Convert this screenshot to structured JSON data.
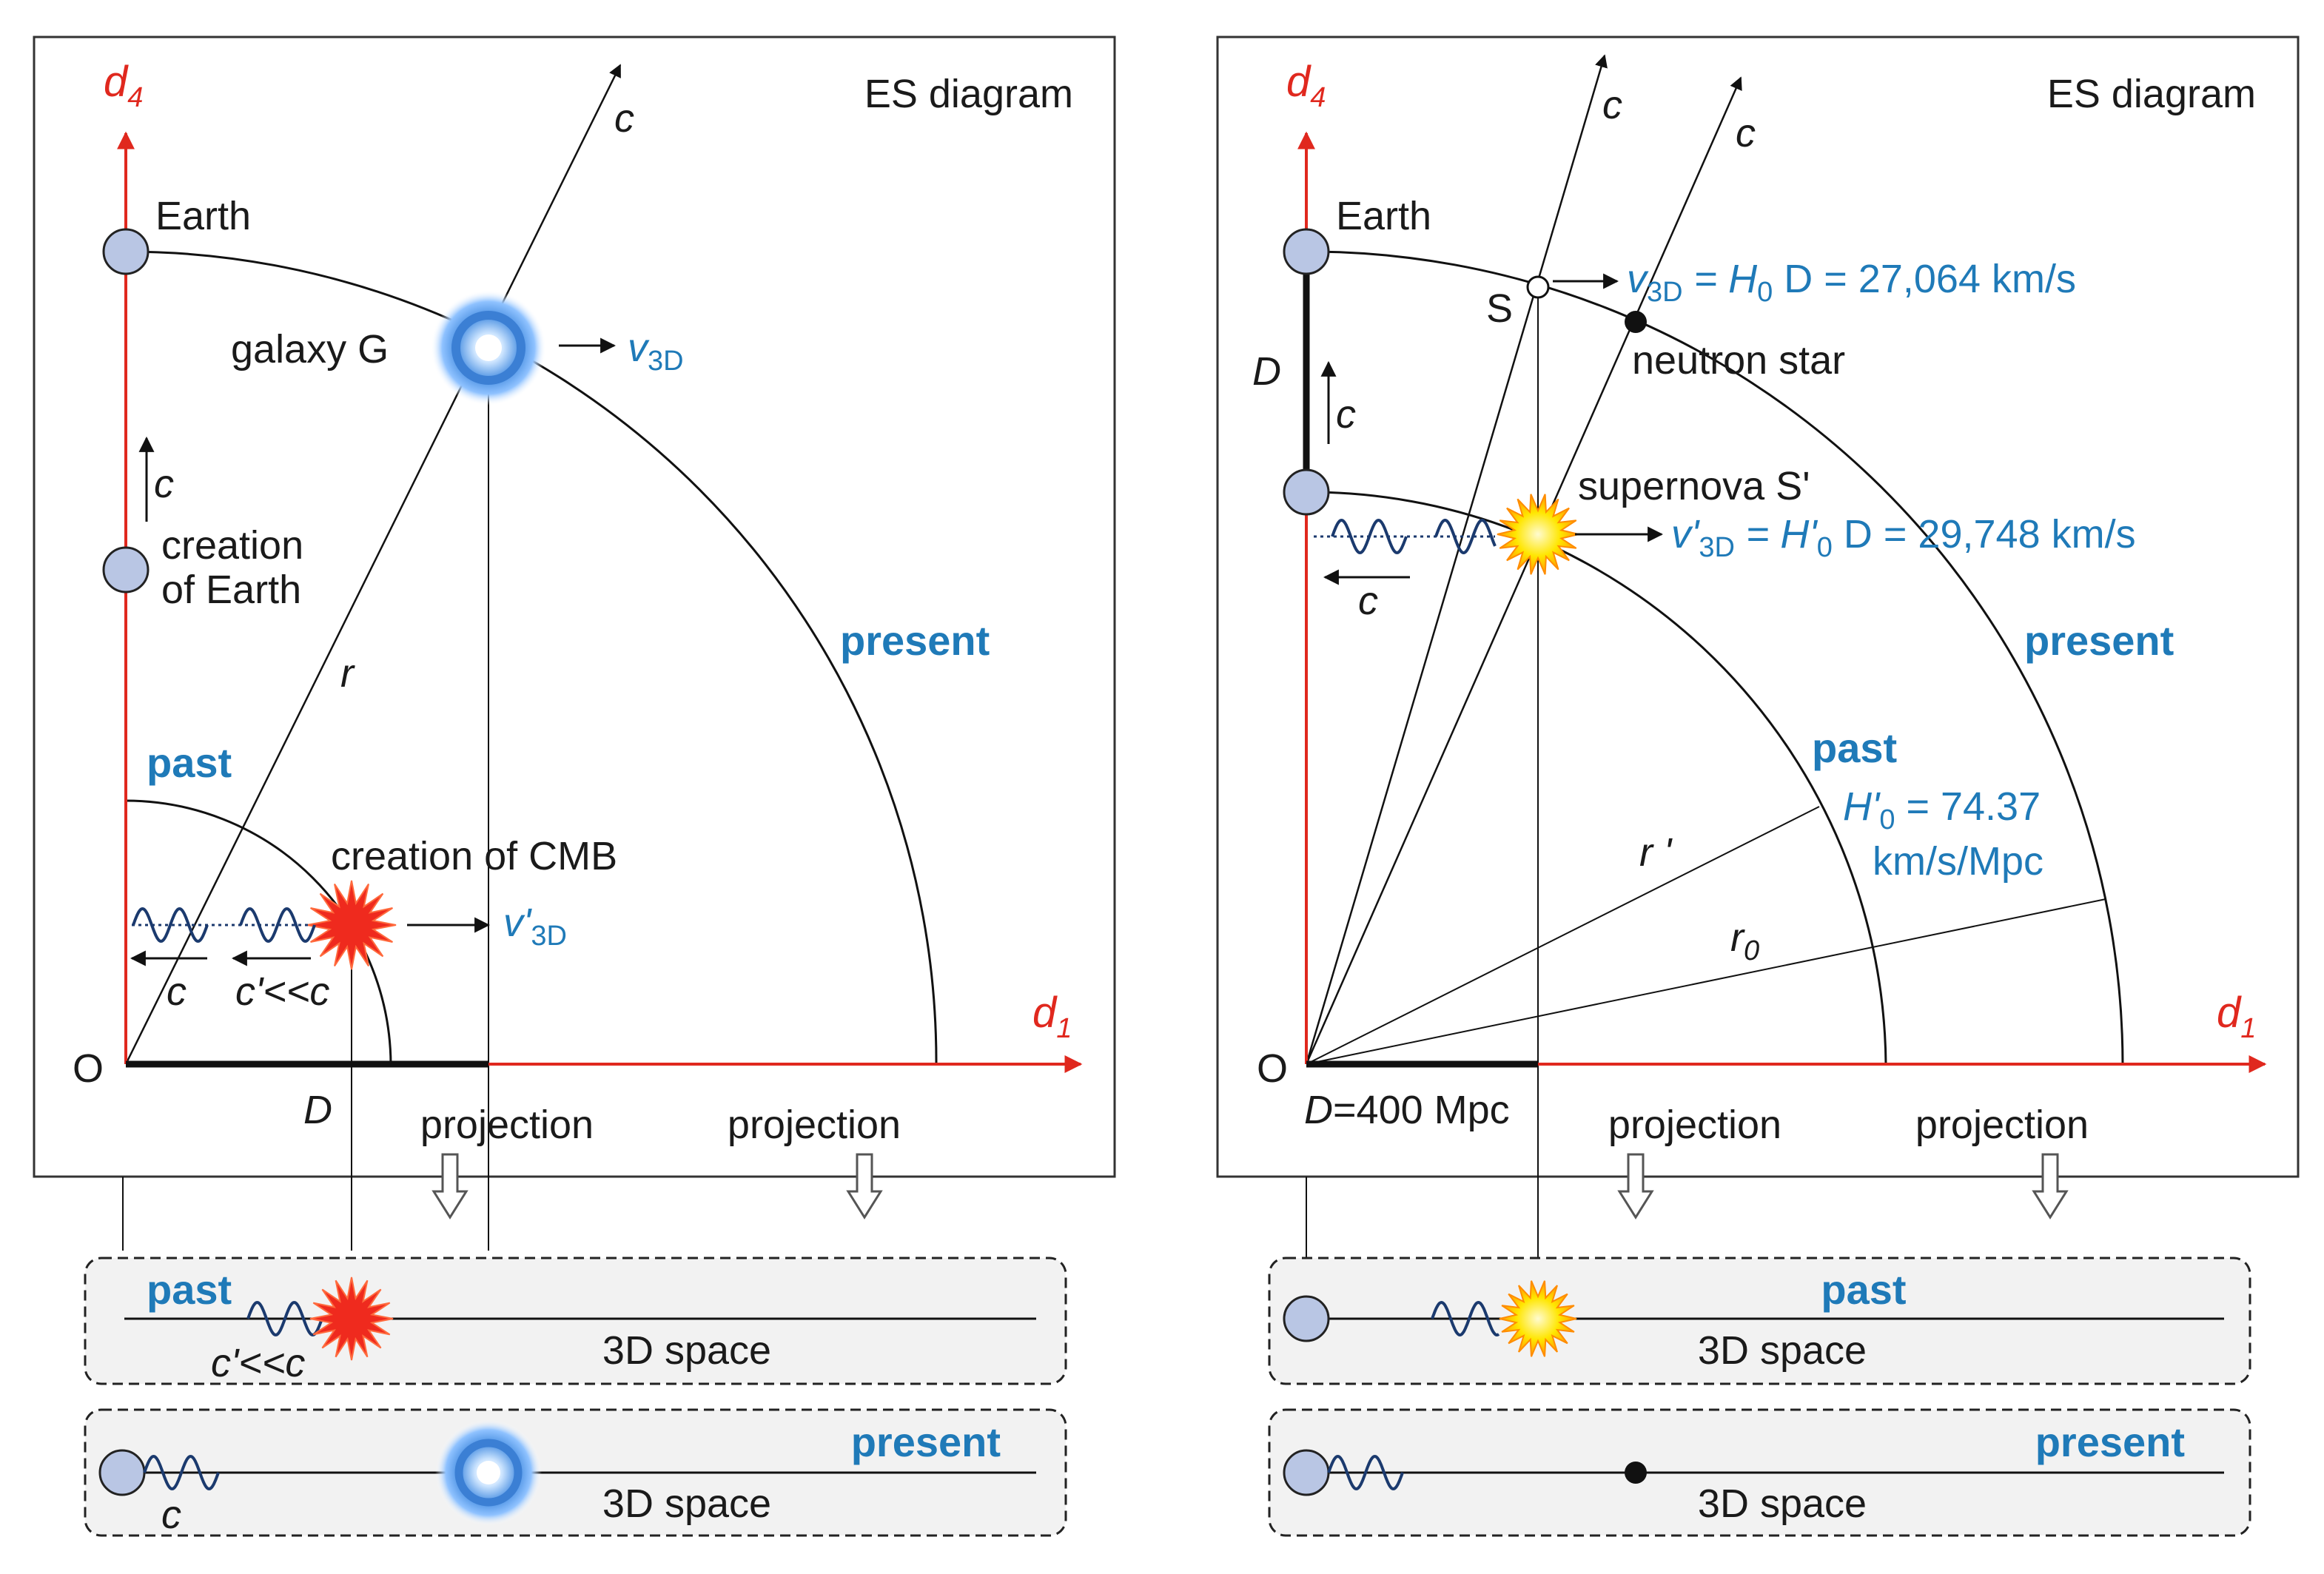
{
  "colors": {
    "axis": "#e0281e",
    "accent_blue": "#1f7ab8",
    "earth_fill": "#b9c6e4",
    "strip_bg": "#f2f2f2",
    "wave": "#1b3a6e"
  },
  "left": {
    "title": "ES diagram",
    "axis_d4": "d",
    "axis_d4_sub": "4",
    "axis_d1": "d",
    "axis_d1_sub": "1",
    "origin": "O",
    "earth": "Earth",
    "creation_earth_1": "creation",
    "creation_earth_2": "of Earth",
    "galaxy": "galaxy G",
    "v3d": "v",
    "v3d_sub": "3D",
    "c_top": "c",
    "c_arrow": "c",
    "r": "r",
    "present": "present",
    "past": "past",
    "cmb": "creation of CMB",
    "v3d_prime": "v'",
    "v3d_prime_sub": "3D",
    "c_bottom": "c",
    "c_prime": "c'<<c",
    "D": "D",
    "projection_1": "projection",
    "projection_2": "projection",
    "strip_past_label": "past",
    "strip_past_space": "3D space",
    "strip_past_c": "c'<<c",
    "strip_present_label": "present",
    "strip_present_space": "3D space",
    "strip_present_c": "c"
  },
  "right": {
    "title": "ES diagram",
    "axis_d4": "d",
    "axis_d4_sub": "4",
    "axis_d1": "d",
    "axis_d1_sub": "1",
    "origin": "O",
    "earth": "Earth",
    "c_top1": "c",
    "c_top2": "c",
    "S": "S",
    "v3d_eq": "v",
    "v3d_eq_sub": "3D",
    "v3d_eq_mid": " = H",
    "v3d_eq_sub2": "0",
    "v3d_eq_tail": " D = 27,064 km/s",
    "neutron": "neutron star",
    "D_vert": "D",
    "c_vert": "c",
    "supernova": "supernova S'",
    "v3dp_eq": "v'",
    "v3dp_eq_sub": "3D",
    "v3dp_eq_mid": " = H'",
    "v3dp_eq_sub2": "0",
    "v3dp_eq_tail": " D = 29,748 km/s",
    "c_wave": "c",
    "present": "present",
    "past": "past",
    "H0p": "H'",
    "H0p_sub": "0",
    "H0p_val": " = 74.37",
    "H0p_unit": "km/s/Mpc",
    "r_prime": "r '",
    "r0": "r",
    "r0_sub": "0",
    "D_eq": "D",
    "D_eq_val": "=400 Mpc",
    "projection_1": "projection",
    "projection_2": "projection",
    "strip_past_label": "past",
    "strip_past_space": "3D space",
    "strip_present_label": "present",
    "strip_present_space": "3D space"
  }
}
